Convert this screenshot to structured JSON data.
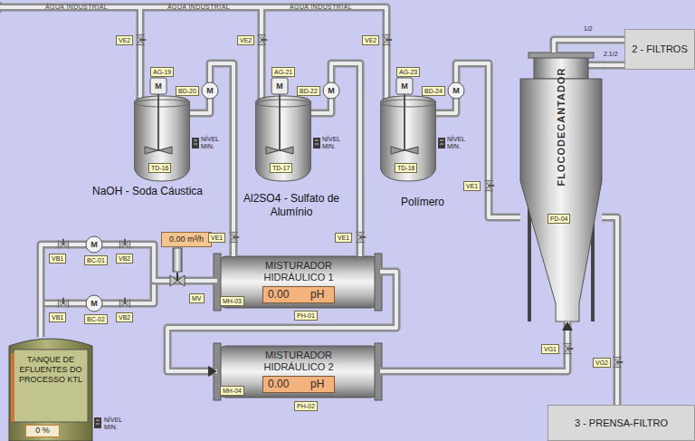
{
  "diagram": {
    "nodes": [
      {
        "text": [
          "TD-16",
          "NaOH - Soda Cáustica"
        ]
      },
      {
        "text": [
          "TD-17",
          "Al2SO4 - Sulfato de Alumínio"
        ]
      },
      {
        "text": [
          "TD-18",
          "Polímero"
        ]
      },
      {
        "text": [
          "FLOCODECANTADOR",
          "FD-04"
        ]
      },
      {
        "text": [
          "2 - FILTROS"
        ]
      },
      {
        "text": [
          "0.00 m³/h"
        ]
      },
      {
        "text": [
          "MISTURADOR HIDRÁULICO 1",
          "MH-03"
        ]
      },
      {
        "text": [
          "0.00",
          "pH"
        ],
        "in": 6
      },
      {
        "text": [
          "MISTURADOR HIDRÁULICO 2",
          "MH-04"
        ]
      },
      {
        "text": [
          "0.00",
          "pH"
        ],
        "in": 8
      },
      {
        "text": [
          "TANQUE DE EFLUENTES DO PROCESSO KTL"
        ]
      },
      {
        "text": [
          "0 %"
        ],
        "in": 10
      },
      {
        "text": [
          "3 - PRENSA-FILTRO"
        ]
      }
    ],
    "edges": [
      {
        "from": 0,
        "to": 6,
        "arrow": "none"
      },
      {
        "from": 1,
        "to": 6,
        "arrow": "none"
      },
      {
        "from": 2,
        "to": 3,
        "arrow": "none"
      },
      {
        "from": 10,
        "to": 6,
        "arrow": "none"
      },
      {
        "from": 6,
        "to": 8,
        "arrow": "to"
      },
      {
        "from": 8,
        "to": 3,
        "arrow": "to"
      },
      {
        "from": 3,
        "to": 4,
        "arrow": "none"
      },
      {
        "from": 3,
        "to": 4,
        "arrow": "none"
      },
      {
        "from": 3,
        "to": 12,
        "arrow": "none"
      }
    ],
    "labels": [
      "ÁGUA INDUSTRIAL",
      "ÁGUA INDUSTRIAL",
      "ÁGUA INDUSTRIAL",
      "VE2",
      "VE2",
      "VE2",
      "AG-19",
      "M",
      "BD-20",
      "M",
      "AG-21",
      "M",
      "BD-22",
      "M",
      "AG-23",
      "M",
      "BD-24",
      "M",
      "NÍVEL MIN.",
      "NÍVEL MIN.",
      "NÍVEL MIN.",
      "VE1",
      "VE1",
      "VE1",
      "VB1",
      "M",
      "BC-01",
      "VB2",
      "VB1",
      "M",
      "BC-02",
      "VB2",
      "MV",
      "PH-01",
      "PH-02",
      "VG1",
      "VG2",
      "1/2",
      "2.1/2",
      "NÍVEL MIN."
    ]
  }
}
